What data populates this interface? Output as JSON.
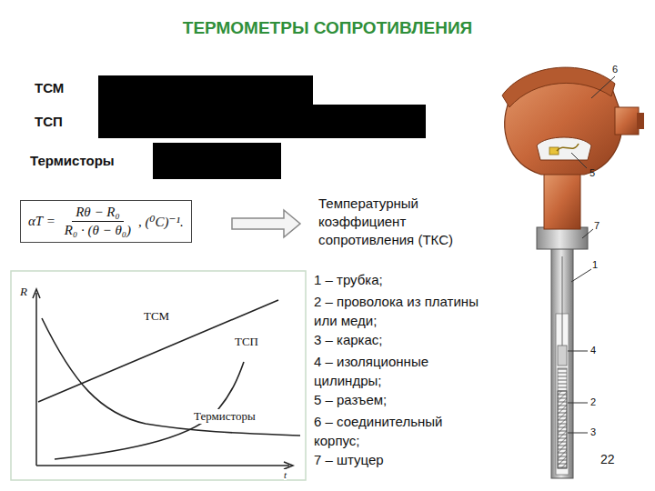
{
  "diagram": {
    "title": "ТЕРМОМЕТРЫ СОПРОТИВЛЕНИЯ",
    "nodes": [
      {
        "text": [
          "αT =",
          "Rθ − R₀",
          "R₀ · (θ − θ₀)",
          ", (⁰C)⁻¹."
        ]
      }
    ],
    "labels": [
      "ТСМ",
      "ТСП",
      "Термисторы",
      "Температурный коэффициент сопротивления (ТКС)",
      "R",
      "t",
      "ТСМ",
      "ТСП",
      "Термисторы",
      "1 – трубка;",
      "2 – проволока из платины или меди;",
      "3 – каркас;",
      "4 – изоляционные цилиндры;",
      "5 – разъем;",
      "6 – соединительный корпус;",
      "7 – штуцер",
      "6",
      "5",
      "7",
      "1",
      "4",
      "2",
      "3",
      "22"
    ]
  }
}
